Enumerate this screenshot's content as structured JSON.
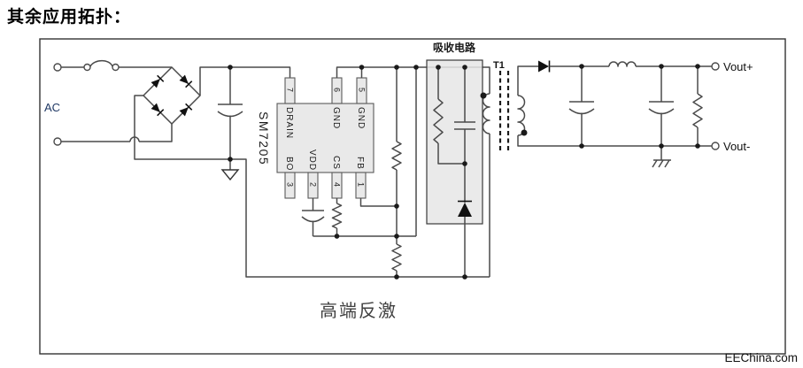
{
  "page": {
    "title": "其余应用拓扑：",
    "caption": "高端反激",
    "watermark": "EEChina.com"
  },
  "schematic": {
    "ac_label": "AC",
    "snubber_label": "吸收电路",
    "transformer_label": "T1",
    "vout_plus": "Vout+",
    "vout_minus": "Vout-",
    "chip": {
      "name": "SM7205",
      "top_pins": [
        {
          "num": "7",
          "name": "DRAIN"
        },
        {
          "num": "6",
          "name": "GND"
        },
        {
          "num": "5",
          "name": "GND"
        }
      ],
      "bottom_pins": [
        {
          "num": "3",
          "name": "BO"
        },
        {
          "num": "2",
          "name": "VDD"
        },
        {
          "num": "4",
          "name": "CS"
        },
        {
          "num": "1",
          "name": "FB"
        }
      ]
    },
    "colors": {
      "wire": "#4a4a4a",
      "chip_fill": "#e9e9e9",
      "snubber_fill": "#e6e6e6",
      "ac_label_color": "#1f3864",
      "background": "#ffffff"
    }
  }
}
